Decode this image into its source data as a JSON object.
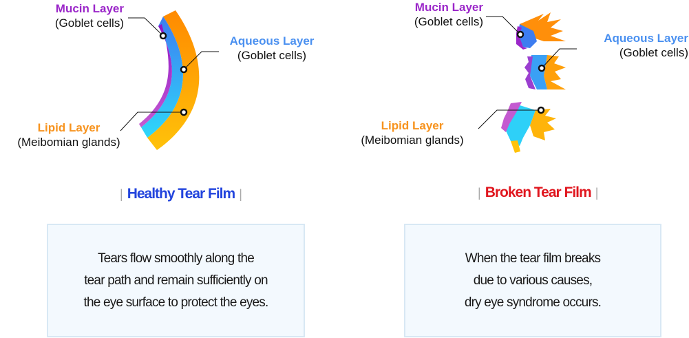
{
  "healthy": {
    "heading": "Healthy Tear Film",
    "heading_color": "#2244dd",
    "labels": {
      "mucin": {
        "title": "Mucin Layer",
        "sub": "(Goblet cells)"
      },
      "aqueous": {
        "title": "Aqueous Layer",
        "sub": "(Goblet cells)"
      },
      "lipid": {
        "title": "Lipid Layer",
        "sub": "(Meibomian glands)"
      }
    },
    "description_lines": [
      "Tears flow smoothly along the",
      "tear path and remain sufficiently on",
      "the eye surface to protect the eyes."
    ]
  },
  "broken": {
    "heading": "Broken Tear Film",
    "heading_color": "#e0161e",
    "labels": {
      "mucin": {
        "title": "Mucin Layer",
        "sub": "(Goblet cells)"
      },
      "aqueous": {
        "title": "Aqueous Layer",
        "sub": "(Goblet cells)"
      },
      "lipid": {
        "title": "Lipid Layer",
        "sub": "(Meibomian glands)"
      }
    },
    "description_lines": [
      "When the tear film breaks",
      "due to various causes,",
      "dry eye syndrome occurs."
    ]
  },
  "colors": {
    "mucin": "#9b27c9",
    "aqueous": "#4a90f0",
    "lipid": "#f7931e"
  }
}
